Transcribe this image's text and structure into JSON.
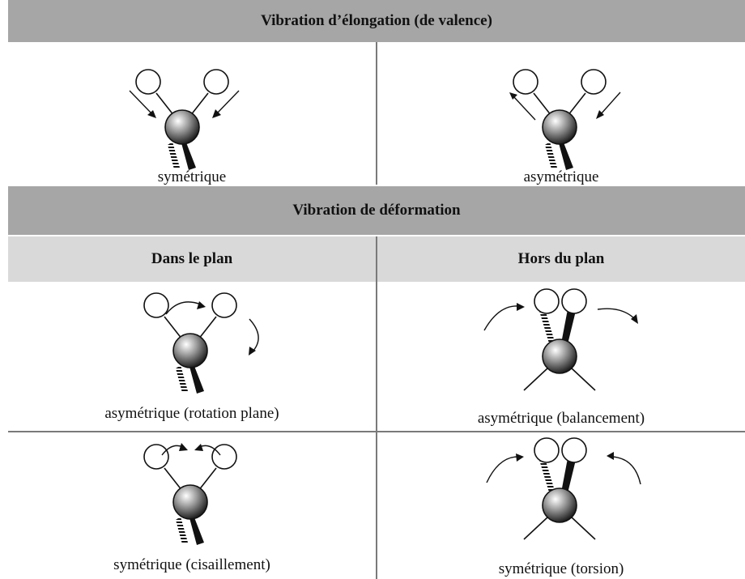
{
  "headers": {
    "stretching": "Vibration d’élongation (de valence)",
    "deformation": "Vibration de déformation",
    "in_plane": "Dans le plan",
    "out_of_plane": "Hors du plan"
  },
  "cells": {
    "stretch_symmetric": "symétrique",
    "stretch_asymmetric": "asymétrique",
    "inplane_rocking": "asymétrique (rotation plane)",
    "outplane_wagging": "asymétrique (balancement)",
    "inplane_scissoring": "symétrique (cisaillement)",
    "outplane_twisting": "symétrique (torsion)"
  },
  "colors": {
    "header_dark": "#a6a6a6",
    "header_light": "#d9d9d9",
    "grid": "#7a7a7a"
  }
}
